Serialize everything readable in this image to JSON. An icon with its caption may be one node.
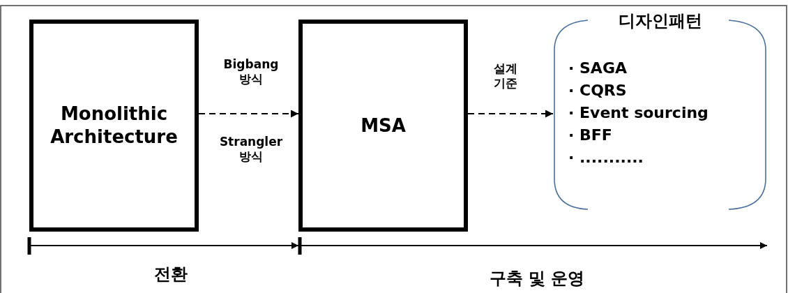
{
  "diagram": {
    "nodes": [
      {
        "text": [
          "Monolithic Architecture"
        ]
      },
      {
        "text": [
          "MSA"
        ]
      },
      {
        "text": [
          "디자인패턴",
          "· SAGA",
          "· CQRS",
          "· Event sourcing",
          "· BFF",
          "· ..........."
        ]
      }
    ],
    "edges": [
      {
        "from": 0,
        "to": 1,
        "arrow": "to",
        "style": "dashed",
        "label": "Bigbang 방식"
      },
      {
        "from": 1,
        "to": 2,
        "arrow": "to",
        "style": "dashed",
        "label": "설계 기준"
      }
    ],
    "labels": [
      "Strangler 방식",
      "전환",
      "구축 및 운영"
    ]
  }
}
